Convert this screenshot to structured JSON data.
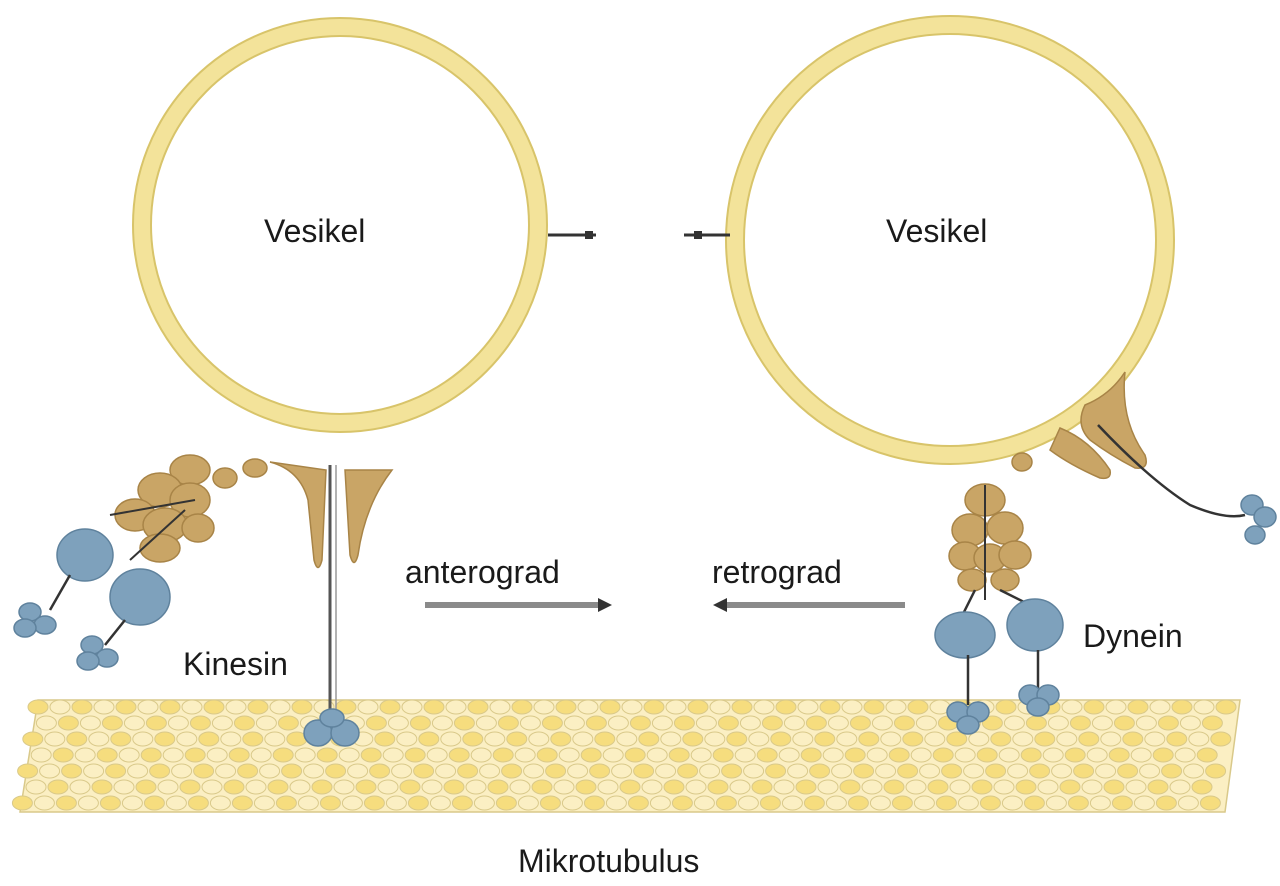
{
  "labels": {
    "vesicle_left": "Vesikel",
    "vesicle_right": "Vesikel",
    "anterograde": "anterograd",
    "retrograde": "retrograd",
    "kinesin": "Kinesin",
    "dynein": "Dynein",
    "microtubule": "Mikrotubulus"
  },
  "colors": {
    "vesicle_membrane": "#f3e39a",
    "vesicle_outline": "#d8c46a",
    "adaptor": "#c9a566",
    "adaptor_outline": "#a88447",
    "motor_head": "#7ea1bc",
    "motor_outline": "#5f829d",
    "tether": "#555555",
    "arrow": "#8a8a8a",
    "tubulin_a": "#f6dd7e",
    "tubulin_b": "#fbefc3",
    "tubulin_outline": "#d9c98a"
  }
}
